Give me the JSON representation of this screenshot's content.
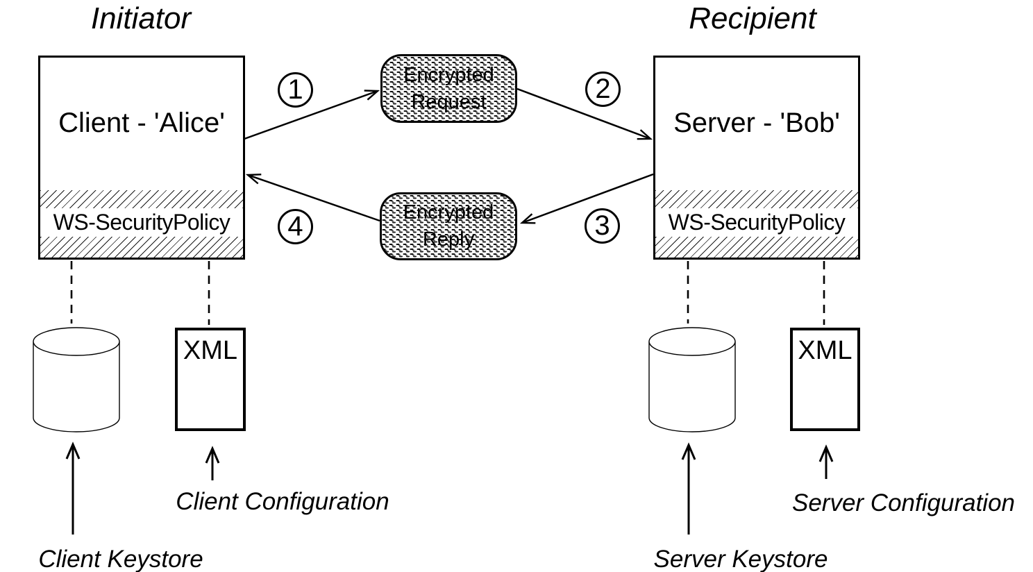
{
  "colors": {
    "ink": "#000000",
    "background": "#ffffff"
  },
  "initiator": {
    "title": "Initiator",
    "actor_label": "Client - 'Alice'",
    "policy_label": "WS-SecurityPolicy",
    "xml_label": "XML",
    "keystore_label": "Client Keystore",
    "config_label": "Client Configuration"
  },
  "recipient": {
    "title": "Recipient",
    "actor_label": "Server - 'Bob'",
    "policy_label": "WS-SecurityPolicy",
    "xml_label": "XML",
    "keystore_label": "Server Keystore",
    "config_label": "Server Configuration"
  },
  "messages": {
    "request_line1": "Encrypted",
    "request_line2": "Request",
    "reply_line1": "Encrypted",
    "reply_line2": "Reply"
  },
  "steps": {
    "s1": "1",
    "s2": "2",
    "s3": "3",
    "s4": "4"
  }
}
